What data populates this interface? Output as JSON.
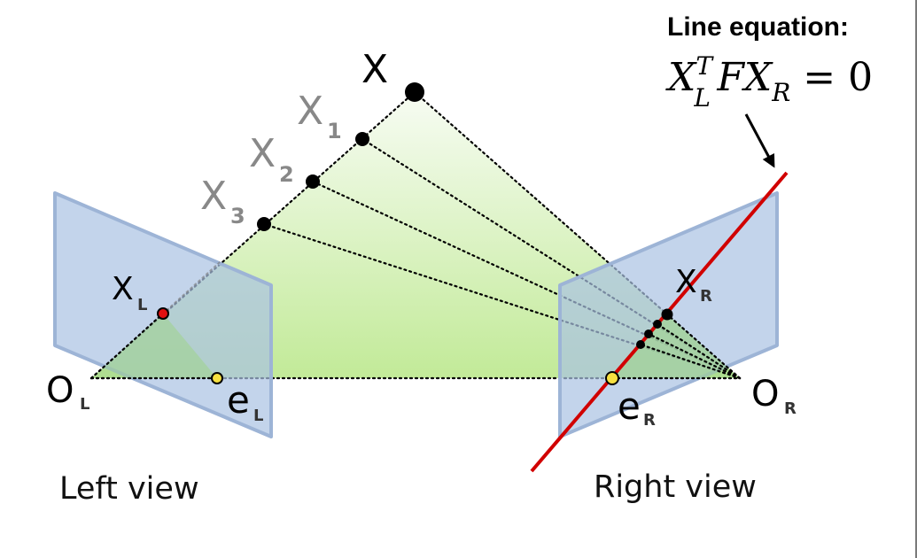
{
  "equation": {
    "title": "Line equation:",
    "lhs_base": "X",
    "lhs_sup": "T",
    "lhs_sub": "L",
    "middle": "F",
    "rhs_base": "X",
    "rhs_sub": "R",
    "equals": "= 0"
  },
  "labels": {
    "X": "X",
    "X1": "X",
    "X1_sub": "1",
    "X2": "X",
    "X2_sub": "2",
    "X3": "X",
    "X3_sub": "3",
    "xL": "X",
    "xL_sub": "L",
    "xR": "X",
    "xR_sub": "R",
    "OL": "O",
    "OL_sub": "L",
    "OR": "O",
    "OR_sub": "R",
    "eL": "e",
    "eL_sub": "L",
    "eR": "e",
    "eR_sub": "R"
  },
  "views": {
    "left": "Left view",
    "right": "Right view"
  },
  "colors": {
    "plane_fill": "#a9c2e2",
    "plane_stroke": "#9db4d6",
    "triangle_top": "#f4fbef",
    "triangle_bottom": "#c4eb9c",
    "epipolar_line": "#d10000",
    "image_point_xL": "#e01010",
    "epipole": "#f6e040",
    "point": "#000000",
    "label_gray": "#888888"
  }
}
